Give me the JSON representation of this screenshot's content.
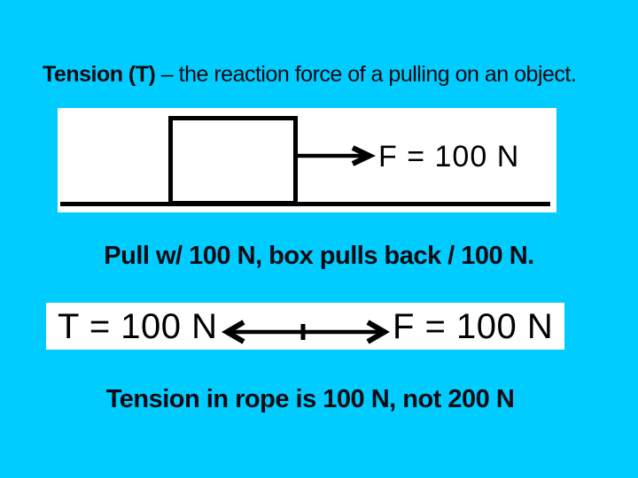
{
  "slide": {
    "background_color": "#00CCFF",
    "ink_color": "#000000",
    "title": {
      "term": "Tension (T)",
      "definition": " – the reaction force of a pulling on an object."
    },
    "pull_diagram": {
      "force_label": "F = 100 N"
    },
    "pull_caption": "Pull w/ 100 N, box pulls back / 100 N.",
    "rope_diagram": {
      "tension_label": "T = 100 N",
      "force_label": "F = 100 N"
    },
    "rope_caption": "Tension in rope is 100 N, not 200 N"
  }
}
